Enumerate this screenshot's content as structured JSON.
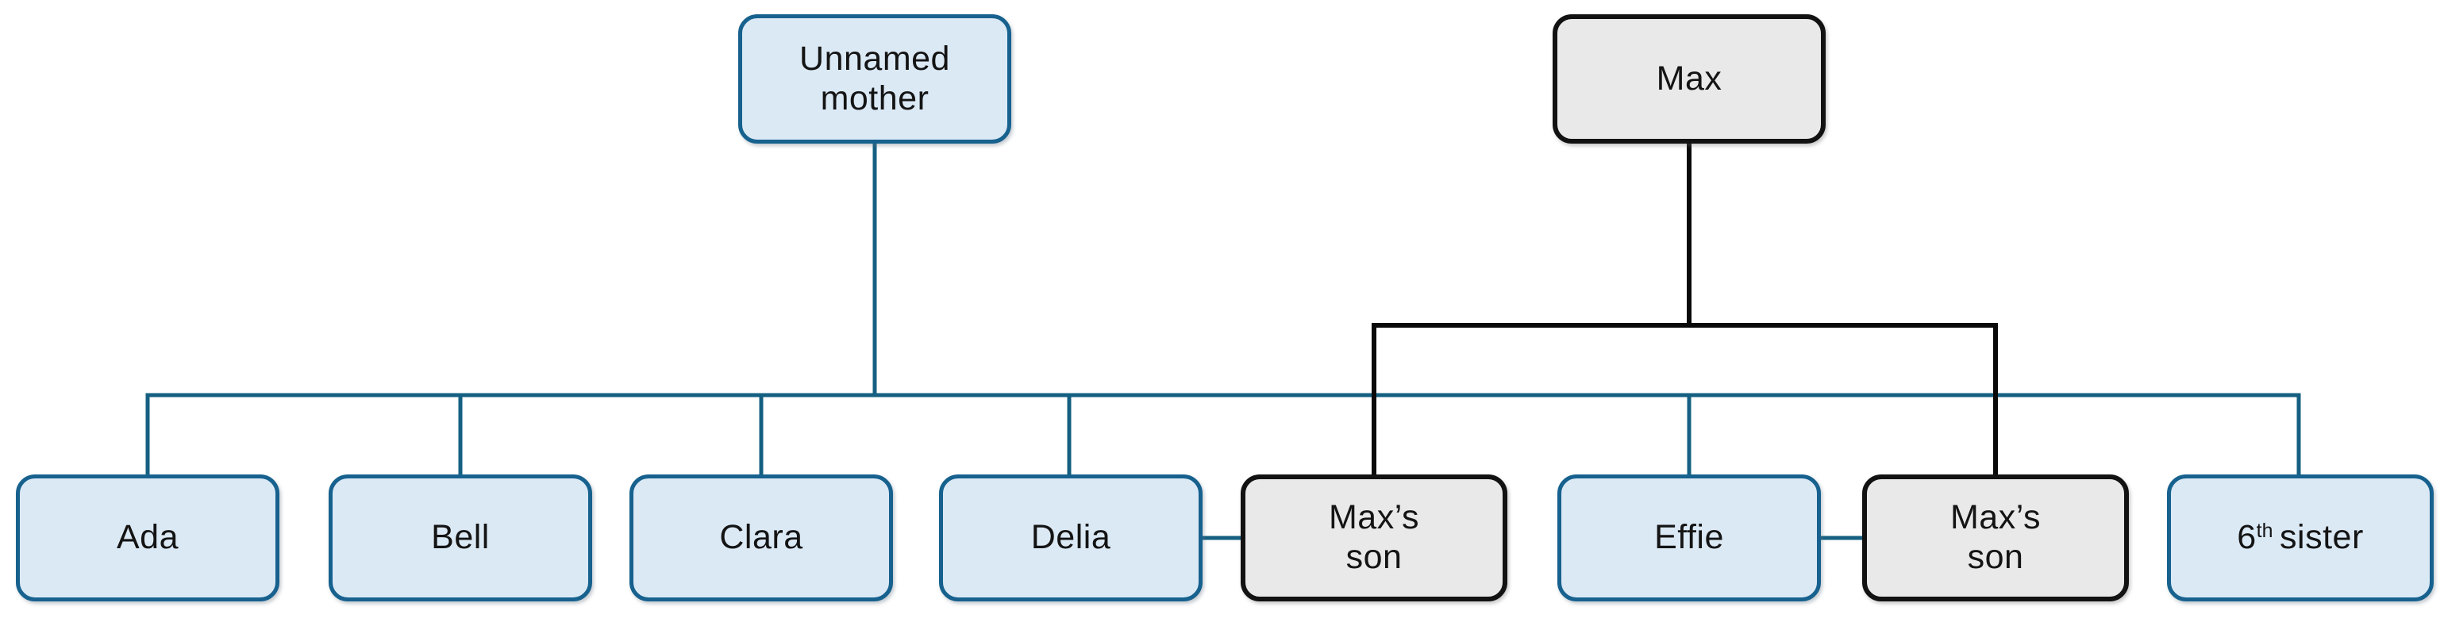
{
  "diagram": {
    "type": "family-tree",
    "background": "#ffffff",
    "colors": {
      "background": "#ffffff",
      "sister_fill": "#dbe9f5",
      "sister_border": "#17618e",
      "male_fill": "#e9e9e9",
      "male_border": "#121212",
      "mother_line": "#156082",
      "father_line": "#0a0a0a",
      "text": "#141414"
    },
    "nodes": {
      "mother": {
        "line1": "Unnamed",
        "line2": "mother"
      },
      "max": {
        "line1": "Max"
      },
      "ada": {
        "line1": "Ada"
      },
      "bell": {
        "line1": "Bell"
      },
      "clara": {
        "line1": "Clara"
      },
      "delia": {
        "line1": "Delia"
      },
      "max_son_1": {
        "line1": "Max’s",
        "line2": "son"
      },
      "effie": {
        "line1": "Effie"
      },
      "max_son_2": {
        "line1": "Max’s",
        "line2": "son"
      },
      "sixth_sister": {
        "number": "6",
        "ordinal_suffix": "th",
        "rest": "sister"
      }
    }
  }
}
